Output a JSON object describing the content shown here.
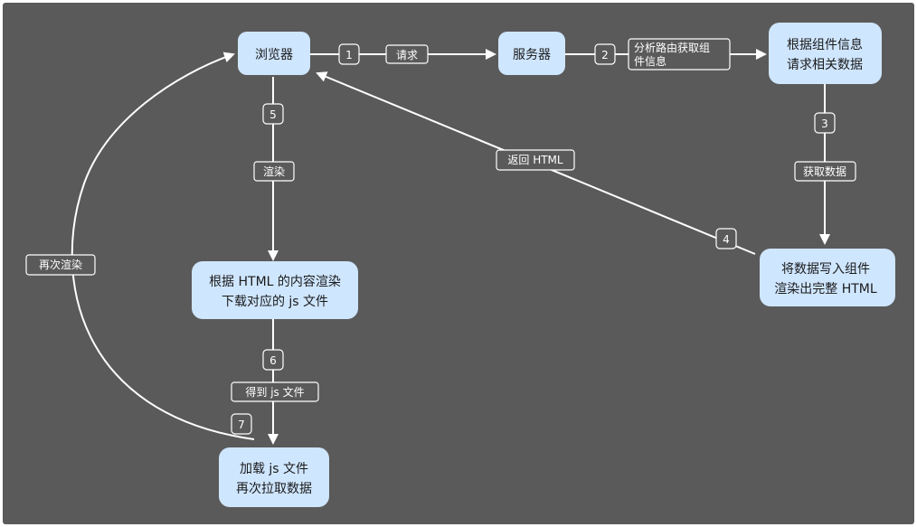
{
  "colors": {
    "background": "#5a5a5a",
    "node": "#cfe6ff",
    "edge": "#ffffff"
  },
  "nodes": {
    "browser": [
      "浏览器"
    ],
    "server": [
      "服务器"
    ],
    "fetch": [
      "根据组件信息",
      "请求相关数据"
    ],
    "write": [
      "将数据写入组件",
      "渲染出完整 HTML"
    ],
    "render": [
      "根据 HTML 的内容渲染",
      "下载对应的 js 文件"
    ],
    "load": [
      "加载 js 文件",
      "再次拉取数据"
    ]
  },
  "edges": {
    "e1": {
      "num": "1",
      "label": [
        "请求"
      ]
    },
    "e2": {
      "num": "2",
      "label": [
        "分析路由获取组",
        "件信息"
      ]
    },
    "e3": {
      "num": "3",
      "label": [
        "获取数据"
      ]
    },
    "e4": {
      "num": "4",
      "label": [
        "返回 HTML"
      ]
    },
    "e5": {
      "num": "5",
      "label": [
        "渲染"
      ]
    },
    "e6": {
      "num": "6",
      "label": [
        "得到 js 文件"
      ]
    },
    "e7": {
      "num": "7",
      "label": [
        "再次渲染"
      ]
    }
  }
}
